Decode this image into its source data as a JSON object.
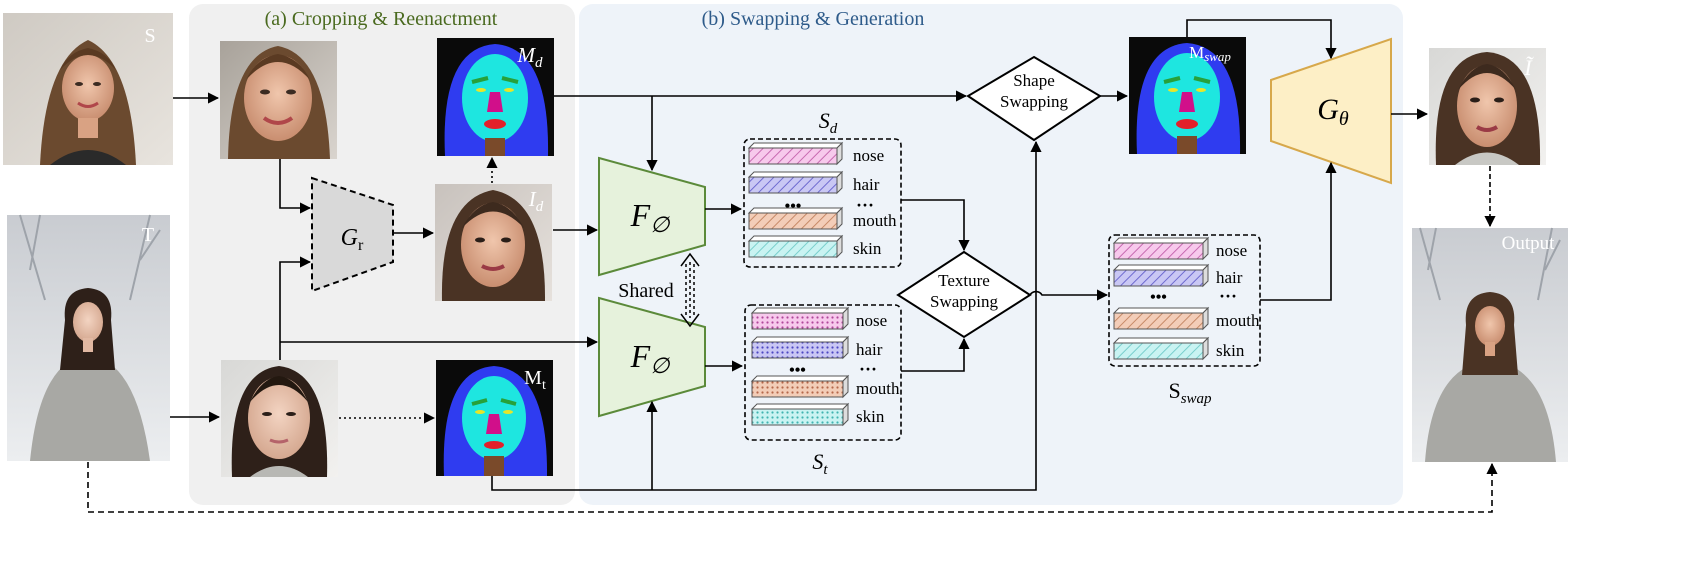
{
  "panels": {
    "a": {
      "title": "(a) Cropping & Reenactment"
    },
    "b": {
      "title": "(b) Swapping & Generation"
    }
  },
  "images": {
    "source": {
      "label": "S"
    },
    "target": {
      "label": "T"
    },
    "driven": {
      "label_main": "I",
      "label_sub": "d"
    },
    "output": {
      "label": "Output"
    },
    "gen": {
      "label": "Ĩ"
    }
  },
  "masks": {
    "md": {
      "label_main": "M",
      "label_sub": "d"
    },
    "mt": {
      "label_main": "M",
      "label_sub": "t"
    },
    "mswap": {
      "label_main": "M",
      "label_sub": "swap"
    }
  },
  "modules": {
    "gr": {
      "label_main": "G",
      "label_sub": "r"
    },
    "f_top": {
      "label_main": "F",
      "label_sub": "∅"
    },
    "f_bottom": {
      "label_main": "F",
      "label_sub": "∅"
    },
    "shared": "Shared",
    "gtheta": {
      "label_main": "G",
      "label_sub": "θ"
    }
  },
  "ops": {
    "shape": [
      "Shape",
      "Swapping"
    ],
    "texture": [
      "Texture",
      "Swapping"
    ]
  },
  "styles": {
    "sd": {
      "label_main": "S",
      "label_sub": "d"
    },
    "st": {
      "label_main": "S",
      "label_sub": "t"
    },
    "sswap": {
      "label_main": "S",
      "label_sub": "swap"
    },
    "components": [
      "nose",
      "hair",
      "mouth",
      "skin"
    ],
    "ellipsis_bar": "•••",
    "ellipsis_text": "···"
  },
  "colors": {
    "panel_a_bg": "#f0f0f0",
    "panel_b_bg": "#eef3f9",
    "panel_a_title": "#4a6a1f",
    "panel_b_title": "#2e5b8a",
    "encoder_fill": "#e6f2dc",
    "encoder_stroke": "#5b8a3a",
    "generator_fill": "#fdefc6",
    "generator_stroke": "#d7a84b",
    "reenact_fill": "#d9d9d9",
    "mask_bg": "#0a0a0a",
    "mask_hair": "#2f3cf0",
    "mask_skin": "#1ee6e0",
    "mask_nose": "#d10f8a",
    "mask_mouth": "#e3202a",
    "mask_brow": "#27a13a",
    "mask_eye": "#e6e62a",
    "mask_neck": "#7a4a2a",
    "bar_nose": "#f7c9ec",
    "bar_hair": "#c9c7f4",
    "bar_mouth": "#f3cdb8",
    "bar_skin": "#c9f3f2"
  }
}
